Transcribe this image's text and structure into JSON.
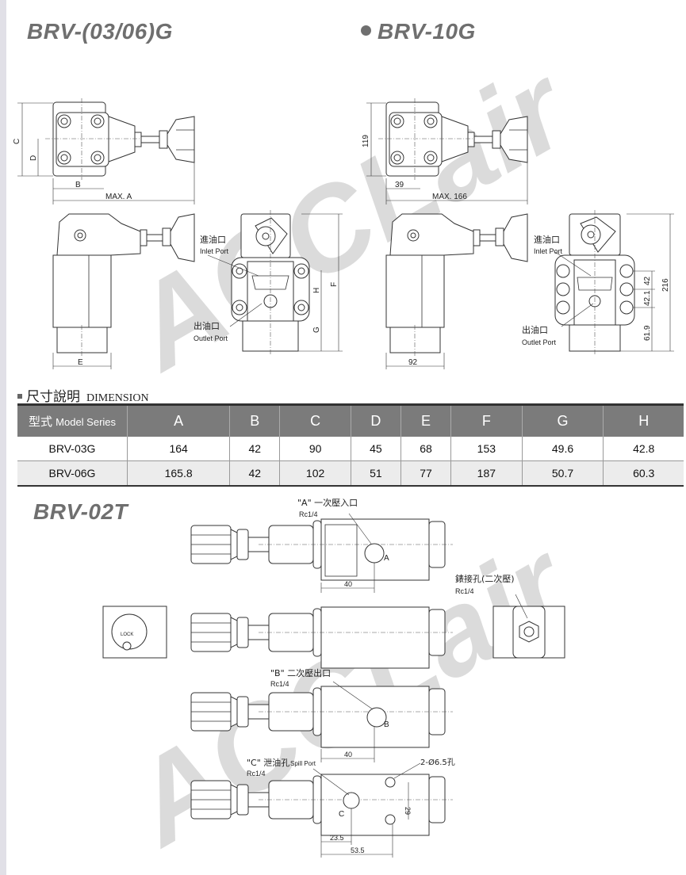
{
  "titles": {
    "brv_0306g": "BRV-(03/06)G",
    "brv_10g": "BRV-10G",
    "brv_02t": "BRV-02T"
  },
  "watermark": "ACCLair",
  "drawing_0306g": {
    "dim_c": "C",
    "dim_d": "D",
    "dim_b": "B",
    "dim_max_a": "MAX. A",
    "dim_e": "E",
    "dim_f": "F",
    "dim_g": "G",
    "dim_h": "H",
    "inlet_zh": "進油口",
    "inlet_en": "Inlet Port",
    "outlet_zh": "出油口",
    "outlet_en": "Outlet Port"
  },
  "drawing_10g": {
    "dim_119": "119",
    "dim_39": "39",
    "dim_max_166": "MAX. 166",
    "dim_92": "92",
    "dim_42": "42",
    "dim_42_1": "42.1",
    "dim_61_9": "61.9",
    "dim_216": "216",
    "inlet_zh": "進油口",
    "inlet_en": "Inlet Port",
    "outlet_zh": "出油口",
    "outlet_en": "Outlet Port"
  },
  "dimension_section": {
    "heading_zh": "尺寸說明",
    "heading_en": "DIMENSION",
    "header_zh": "型式",
    "header_en": "Model Series",
    "columns": [
      "A",
      "B",
      "C",
      "D",
      "E",
      "F",
      "G",
      "H"
    ],
    "rows": [
      {
        "model": "BRV-03G",
        "values": [
          "164",
          "42",
          "90",
          "45",
          "68",
          "153",
          "49.6",
          "42.8"
        ]
      },
      {
        "model": "BRV-06G",
        "values": [
          "165.8",
          "42",
          "102",
          "51",
          "77",
          "187",
          "50.7",
          "60.3"
        ]
      }
    ]
  },
  "drawing_02t": {
    "port_a_label": "\"A\" 一次壓入口",
    "port_a_thread": "Rc1/4",
    "port_a_letter": "A",
    "dim_40_a": "40",
    "gauge_label": "錶接孔(二次壓)",
    "gauge_thread": "Rc1/4",
    "lock_label": "LOCK",
    "port_b_label": "\"B\" 二次壓出口",
    "port_b_thread": "Rc1/4",
    "port_b_letter": "B",
    "dim_40_b": "40",
    "port_c_label": "\"C\" 泄油孔",
    "port_c_en": "Spill Port",
    "port_c_thread": "Rc1/4",
    "port_c_letter": "C",
    "holes_label": "2-Ø6.5孔",
    "dim_29": "29",
    "dim_23_5": "23.5",
    "dim_53_5": "53.5"
  }
}
